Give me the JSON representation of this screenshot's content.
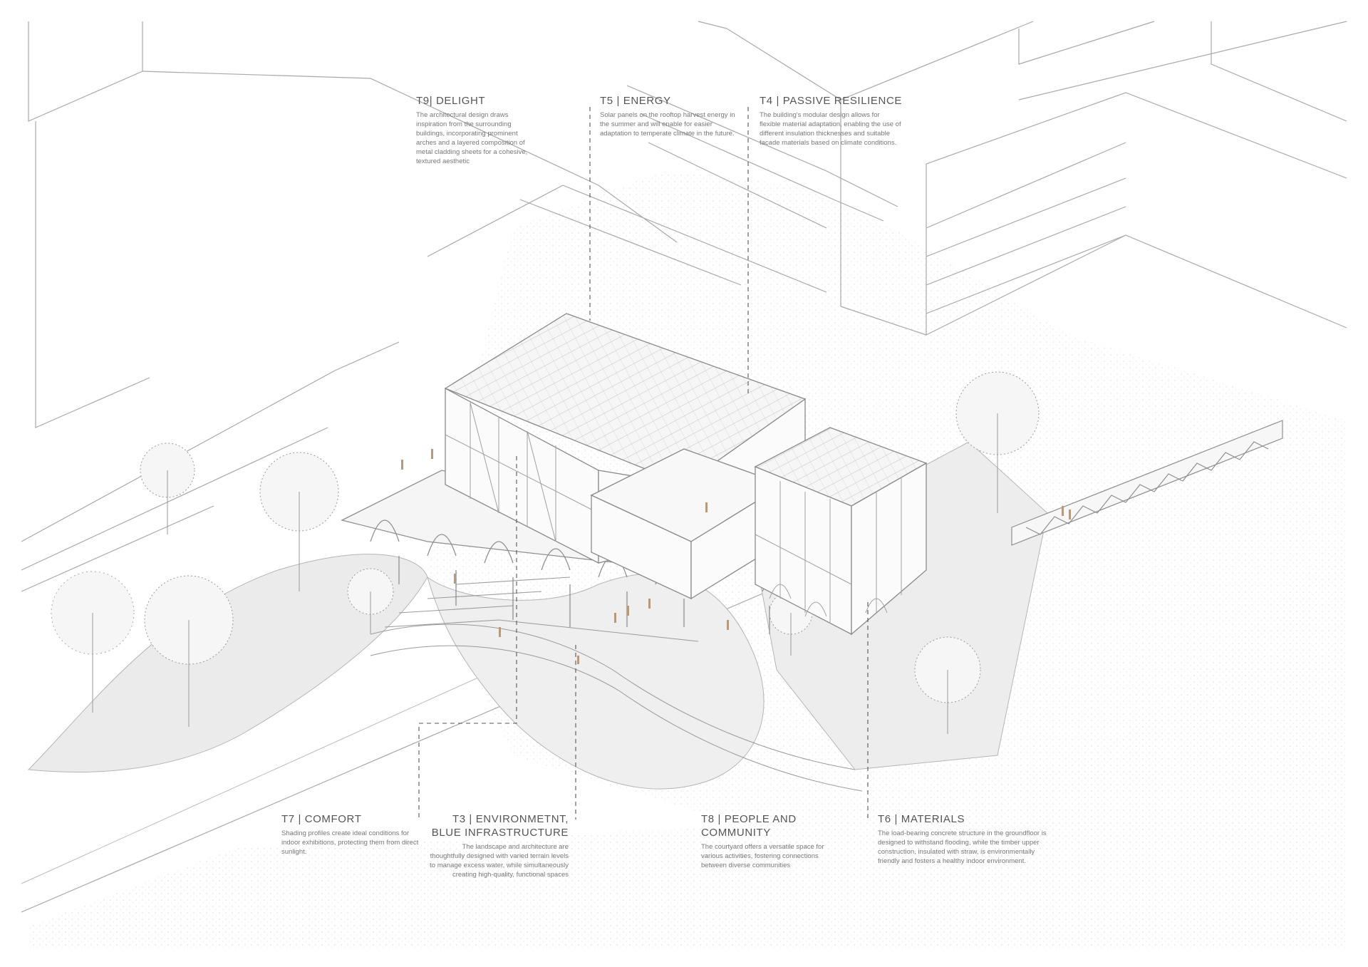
{
  "annotations": {
    "t9": {
      "title": "T9| DELIGHT",
      "text": "The architectural design draws inspiration from the surrounding buildings, incorporating prominent arches and a layered composition of metal cladding sheets for a cohesive, textured aesthetic"
    },
    "t5": {
      "title": "T5 | ENERGY",
      "text": "Solar panels on the rooftop harvest energy in the summer and will enable for easier adaptation to temperate climate in the future."
    },
    "t4": {
      "title": "T4 | PASSIVE RESILIENCE",
      "text": "The building's modular design allows for flexible material adaptation, enabling the use of different insulation thicknesses and suitable facade materials based on climate conditions."
    },
    "t7": {
      "title": "T7 | COMFORT",
      "text": "Shading profiles create ideal conditions for indoor exhibitions, protecting them from direct sunlight."
    },
    "t3": {
      "title_line1": "T3 | ENVIRONMETNT,",
      "title_line2": "BLUE INFRASTRUCTURE",
      "text": "The landscape and architecture are thoughtfully designed with varied terrain levels to manage excess water, while simultaneously creating high-quality, functional spaces"
    },
    "t8": {
      "title_line1": "T8 | PEOPLE AND",
      "title_line2": "COMMUNITY",
      "text": "The courtyard offers a versatile space for various activities, fostering connections between diverse communities"
    },
    "t6": {
      "title": "T6 | MATERIALS",
      "text": "The load-bearing concrete structure in the groundfloor is designed to withstand flooding, while the timber upper construction, insulated with straw, is environmentally friendly and fosters a healthy indoor environment."
    }
  },
  "colors": {
    "line": "#9a9a9a",
    "ground": "#efeeee",
    "path": "#e6e4e4",
    "figure": "#b79a7c",
    "text": "#5a5a5a"
  }
}
